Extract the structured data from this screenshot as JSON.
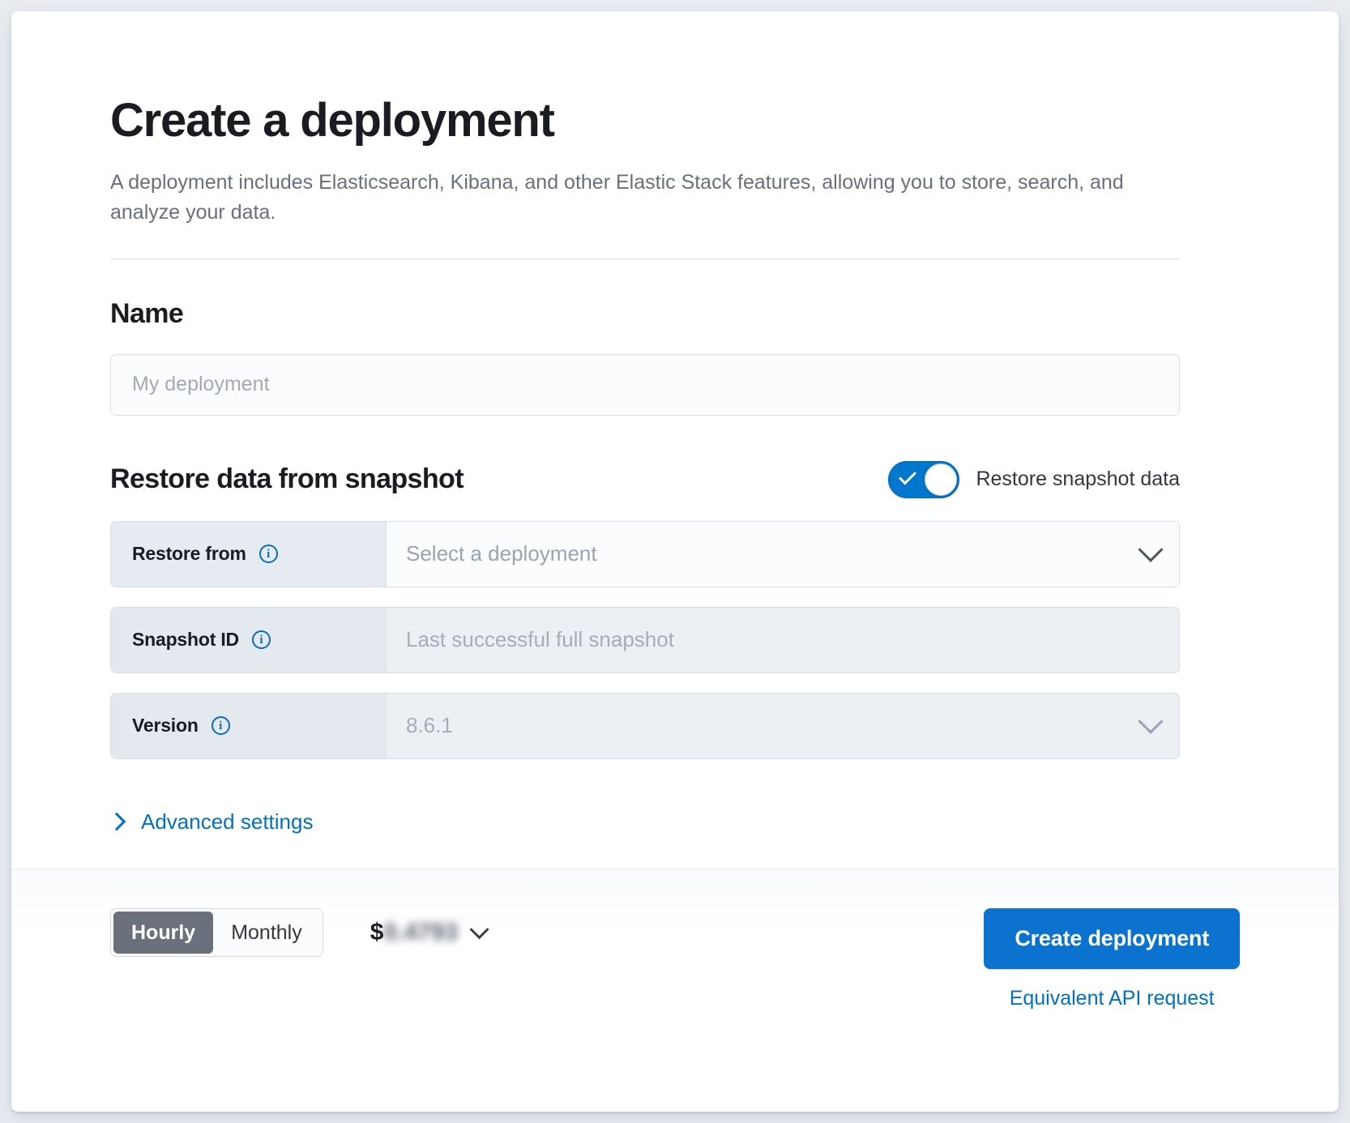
{
  "header": {
    "title": "Create a deployment",
    "description": "A deployment includes Elasticsearch, Kibana, and other Elastic Stack features, allowing you to store, search, and analyze your data."
  },
  "name_section": {
    "heading": "Name",
    "input_placeholder": "My deployment",
    "input_value": ""
  },
  "snapshot_section": {
    "heading": "Restore data from snapshot",
    "toggle_label": "Restore snapshot data",
    "toggle_on": true,
    "rows": [
      {
        "label": "Restore from",
        "value": "Select a deployment",
        "disabled": false,
        "has_caret": true,
        "info": "i"
      },
      {
        "label": "Snapshot ID",
        "value": "Last successful full snapshot",
        "disabled": true,
        "has_caret": false,
        "info": "i"
      },
      {
        "label": "Version",
        "value": "8.6.1",
        "disabled": true,
        "has_caret": true,
        "info": "i"
      }
    ],
    "advanced_label": "Advanced settings"
  },
  "footer": {
    "billing_options": [
      "Hourly",
      "Monthly"
    ],
    "billing_selected": "Hourly",
    "price_currency": "$",
    "price_value": "0.4793",
    "create_button": "Create deployment",
    "api_link": "Equivalent API request"
  },
  "colors": {
    "accent_blue": "#0071c2",
    "primary_button": "#0b72cf",
    "toggle_on": "#0077cc",
    "segment_active": "#6a717d",
    "text_dark": "#1a1c21",
    "text_muted": "#69707d",
    "border": "#d3dae6",
    "prepend_bg": "#e6eaf1"
  }
}
